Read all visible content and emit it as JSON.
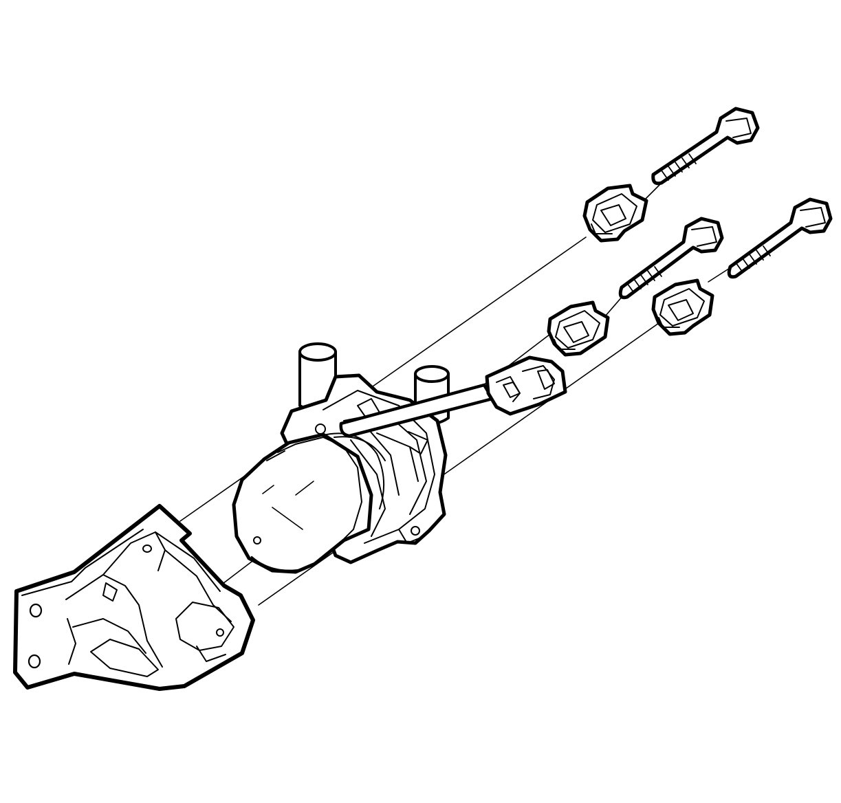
{
  "figure": {
    "kind": "exploded-view line illustration",
    "background": "#ffffff",
    "line_color": "#000000",
    "labels": []
  },
  "parts": [
    {
      "name": "mounting-bracket"
    },
    {
      "name": "pump-motor-assembly"
    },
    {
      "name": "electrical-connector"
    },
    {
      "name": "isolator-grommet",
      "count": 3
    },
    {
      "name": "mounting-bolt",
      "count": 3
    }
  ]
}
